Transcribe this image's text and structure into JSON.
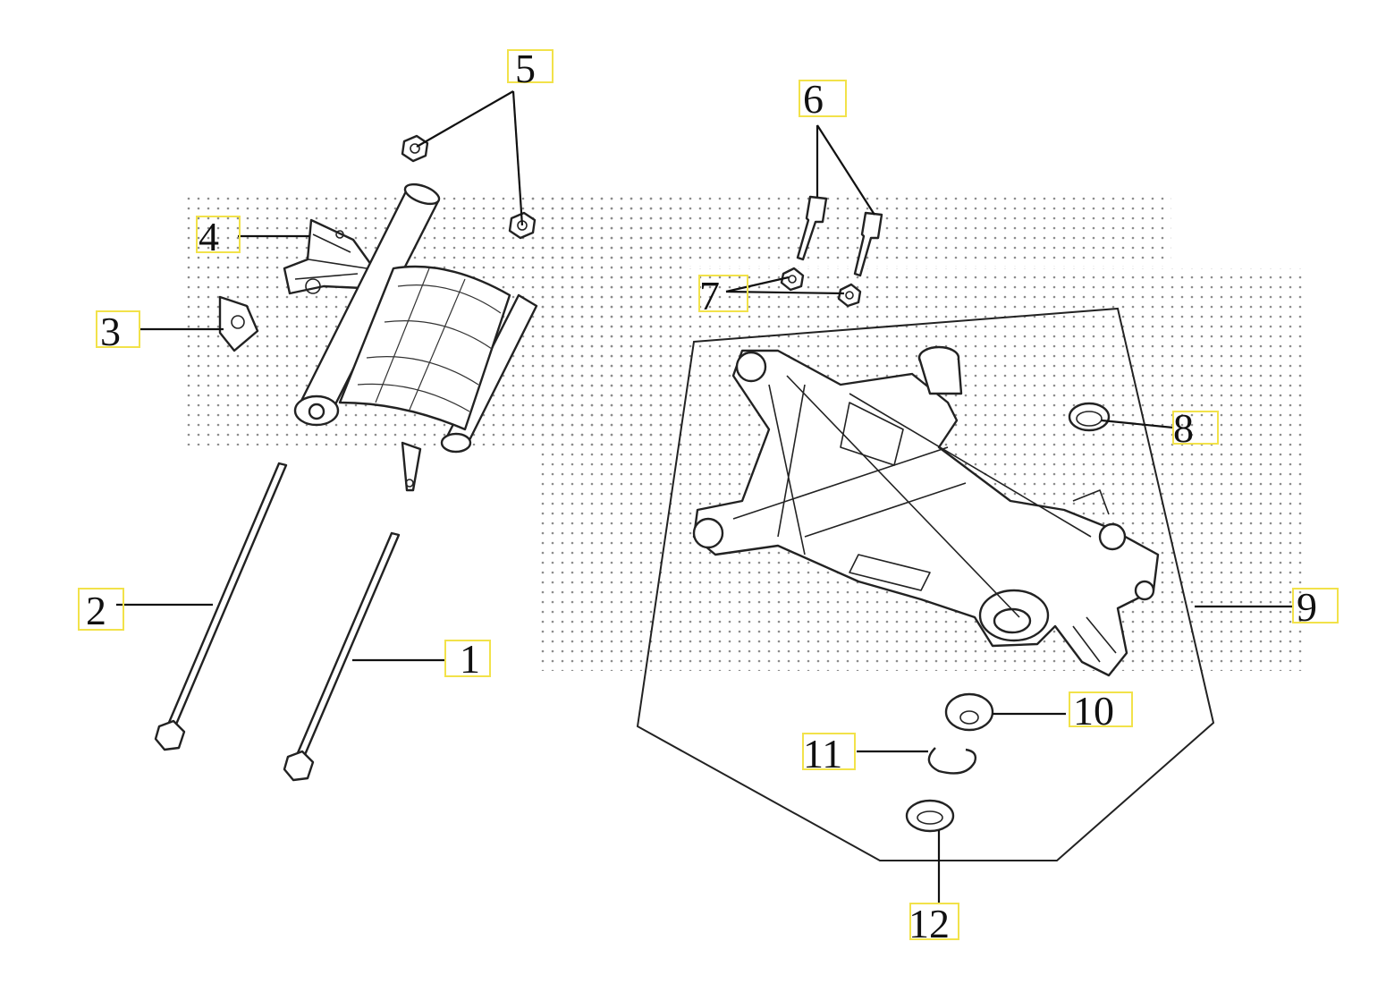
{
  "callouts": [
    {
      "id": "1",
      "label": "1"
    },
    {
      "id": "2",
      "label": "2"
    },
    {
      "id": "3",
      "label": "3"
    },
    {
      "id": "4",
      "label": "4"
    },
    {
      "id": "5",
      "label": "5"
    },
    {
      "id": "6",
      "label": "6"
    },
    {
      "id": "7",
      "label": "7"
    },
    {
      "id": "8",
      "label": "8"
    },
    {
      "id": "9",
      "label": "9"
    },
    {
      "id": "10",
      "label": "10"
    },
    {
      "id": "11",
      "label": "11"
    },
    {
      "id": "12",
      "label": "12"
    }
  ],
  "colors": {
    "callout_highlight": "#f2e24a",
    "line": "#222222",
    "stipple": "#9a9a9a"
  }
}
